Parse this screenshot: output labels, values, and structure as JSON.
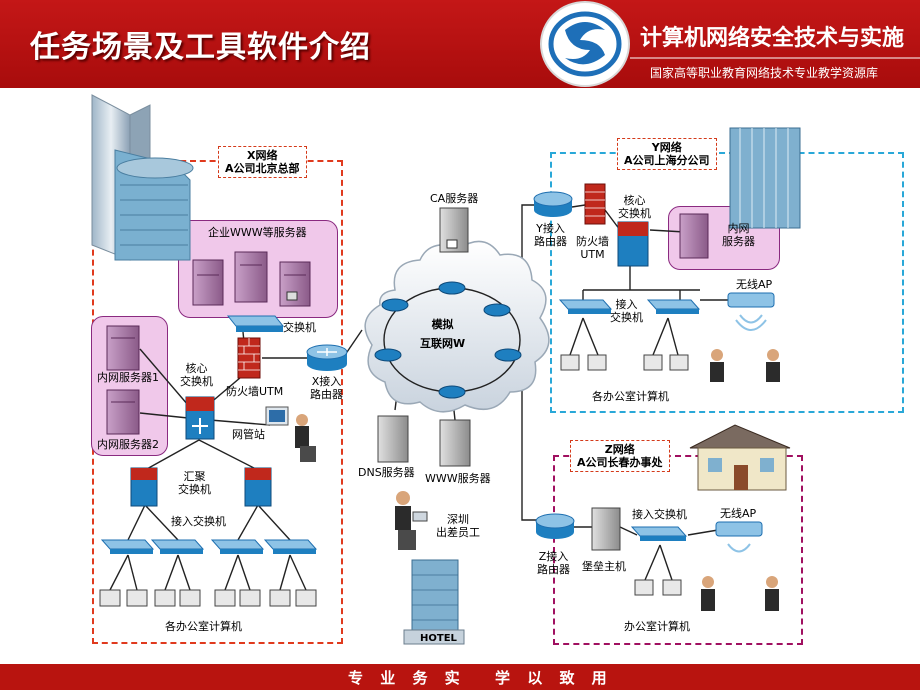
{
  "header": {
    "title": "任务场景及工具软件介绍",
    "course_title": "计算机网络安全技术与实施",
    "course_subtitle": "国家高等职业教育网络技术专业教学资源库"
  },
  "footer": {
    "slogan_left": "专 业 务 实",
    "slogan_right": "学 以 致 用"
  },
  "diagram": {
    "x_network": {
      "title_line1": "X网络",
      "title_line2": "A公司北京总部",
      "www_servers": "企业WWW等服务器",
      "switch": "交换机",
      "firewall": "防火墙UTM",
      "core_switch_line1": "核心",
      "core_switch_line2": "交换机",
      "inner_server1": "内网服务器1",
      "inner_server2": "内网服务器2",
      "nms": "网管站",
      "router_line1": "X接入",
      "router_line2": "路由器",
      "agg_switch_line1": "汇聚",
      "agg_switch_line2": "交换机",
      "access_switch": "接入交换机",
      "pcs": "各办公室计算机"
    },
    "internet": {
      "line1": "模拟",
      "line2": "互联网W",
      "ca_server": "CA服务器",
      "dns_server": "DNS服务器",
      "www_server": "WWW服务器",
      "traveler_line1": "深圳",
      "traveler_line2": "出差员工",
      "hotel": "HOTEL"
    },
    "y_network": {
      "title_line1": "Y网络",
      "title_line2": "A公司上海分公司",
      "router_line1": "Y接入",
      "router_line2": "路由器",
      "firewall_line1": "防火墙",
      "firewall_line2": "UTM",
      "core_switch_line1": "核心",
      "core_switch_line2": "交换机",
      "inner_server_line1": "内网",
      "inner_server_line2": "服务器",
      "access_switch_line1": "接入",
      "access_switch_line2": "交换机",
      "wireless_ap": "无线AP",
      "pcs": "各办公室计算机"
    },
    "z_network": {
      "title_line1": "Z网络",
      "title_line2": "A公司长春办事处",
      "router_line1": "Z接入",
      "router_line2": "路由器",
      "bastion": "堡垒主机",
      "access_switch": "接入交换机",
      "wireless_ap": "无线AP",
      "pcs": "办公室计算机"
    }
  },
  "colors": {
    "header_red": "#b8140f",
    "x_border": "#e03a1e",
    "y_border": "#29a8d8",
    "z_border": "#a01060",
    "server_pink": "#f0c8ea",
    "device_blue": "#1e7fc0"
  }
}
